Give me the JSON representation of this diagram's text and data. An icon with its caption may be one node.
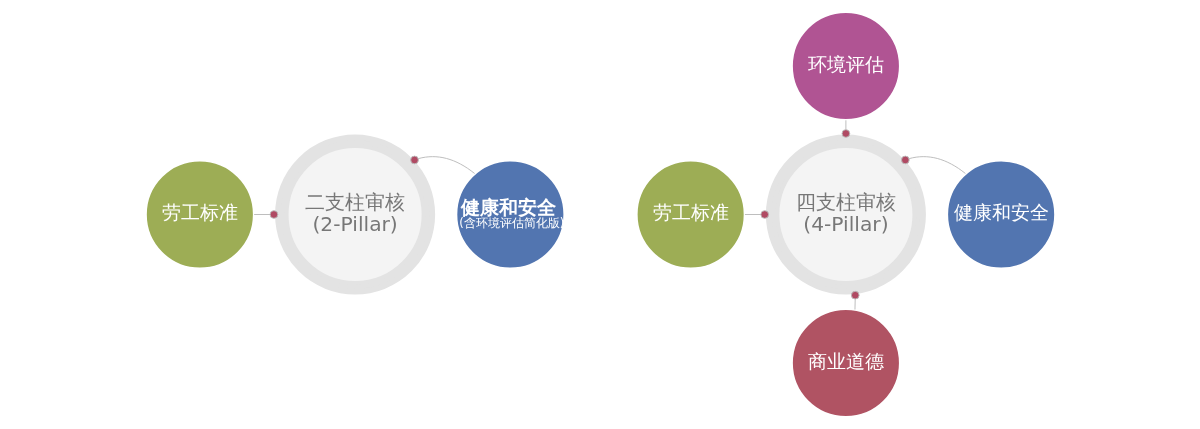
{
  "diagram": {
    "nodes": [
      {
        "text": [
          "二支柱审核",
          "(2-Pillar)"
        ]
      },
      {
        "text": [
          "劳工标准"
        ]
      },
      {
        "text": [
          "健康和安全",
          "(含环境评估简化版)"
        ]
      },
      {
        "text": [
          "四支柱审核",
          "(4-Pillar)"
        ]
      },
      {
        "text": [
          "环境评估"
        ]
      },
      {
        "text": [
          "劳工标准"
        ]
      },
      {
        "text": [
          "健康和安全"
        ]
      },
      {
        "text": [
          "商业道德"
        ]
      }
    ],
    "edges": [
      {
        "from": 1,
        "to": 0,
        "arrow": "other"
      },
      {
        "from": 2,
        "to": 0,
        "arrow": "other"
      },
      {
        "from": 4,
        "to": 3,
        "arrow": "other"
      },
      {
        "from": 5,
        "to": 3,
        "arrow": "other"
      },
      {
        "from": 6,
        "to": 3,
        "arrow": "other"
      },
      {
        "from": 7,
        "to": 3,
        "arrow": "other"
      }
    ]
  }
}
